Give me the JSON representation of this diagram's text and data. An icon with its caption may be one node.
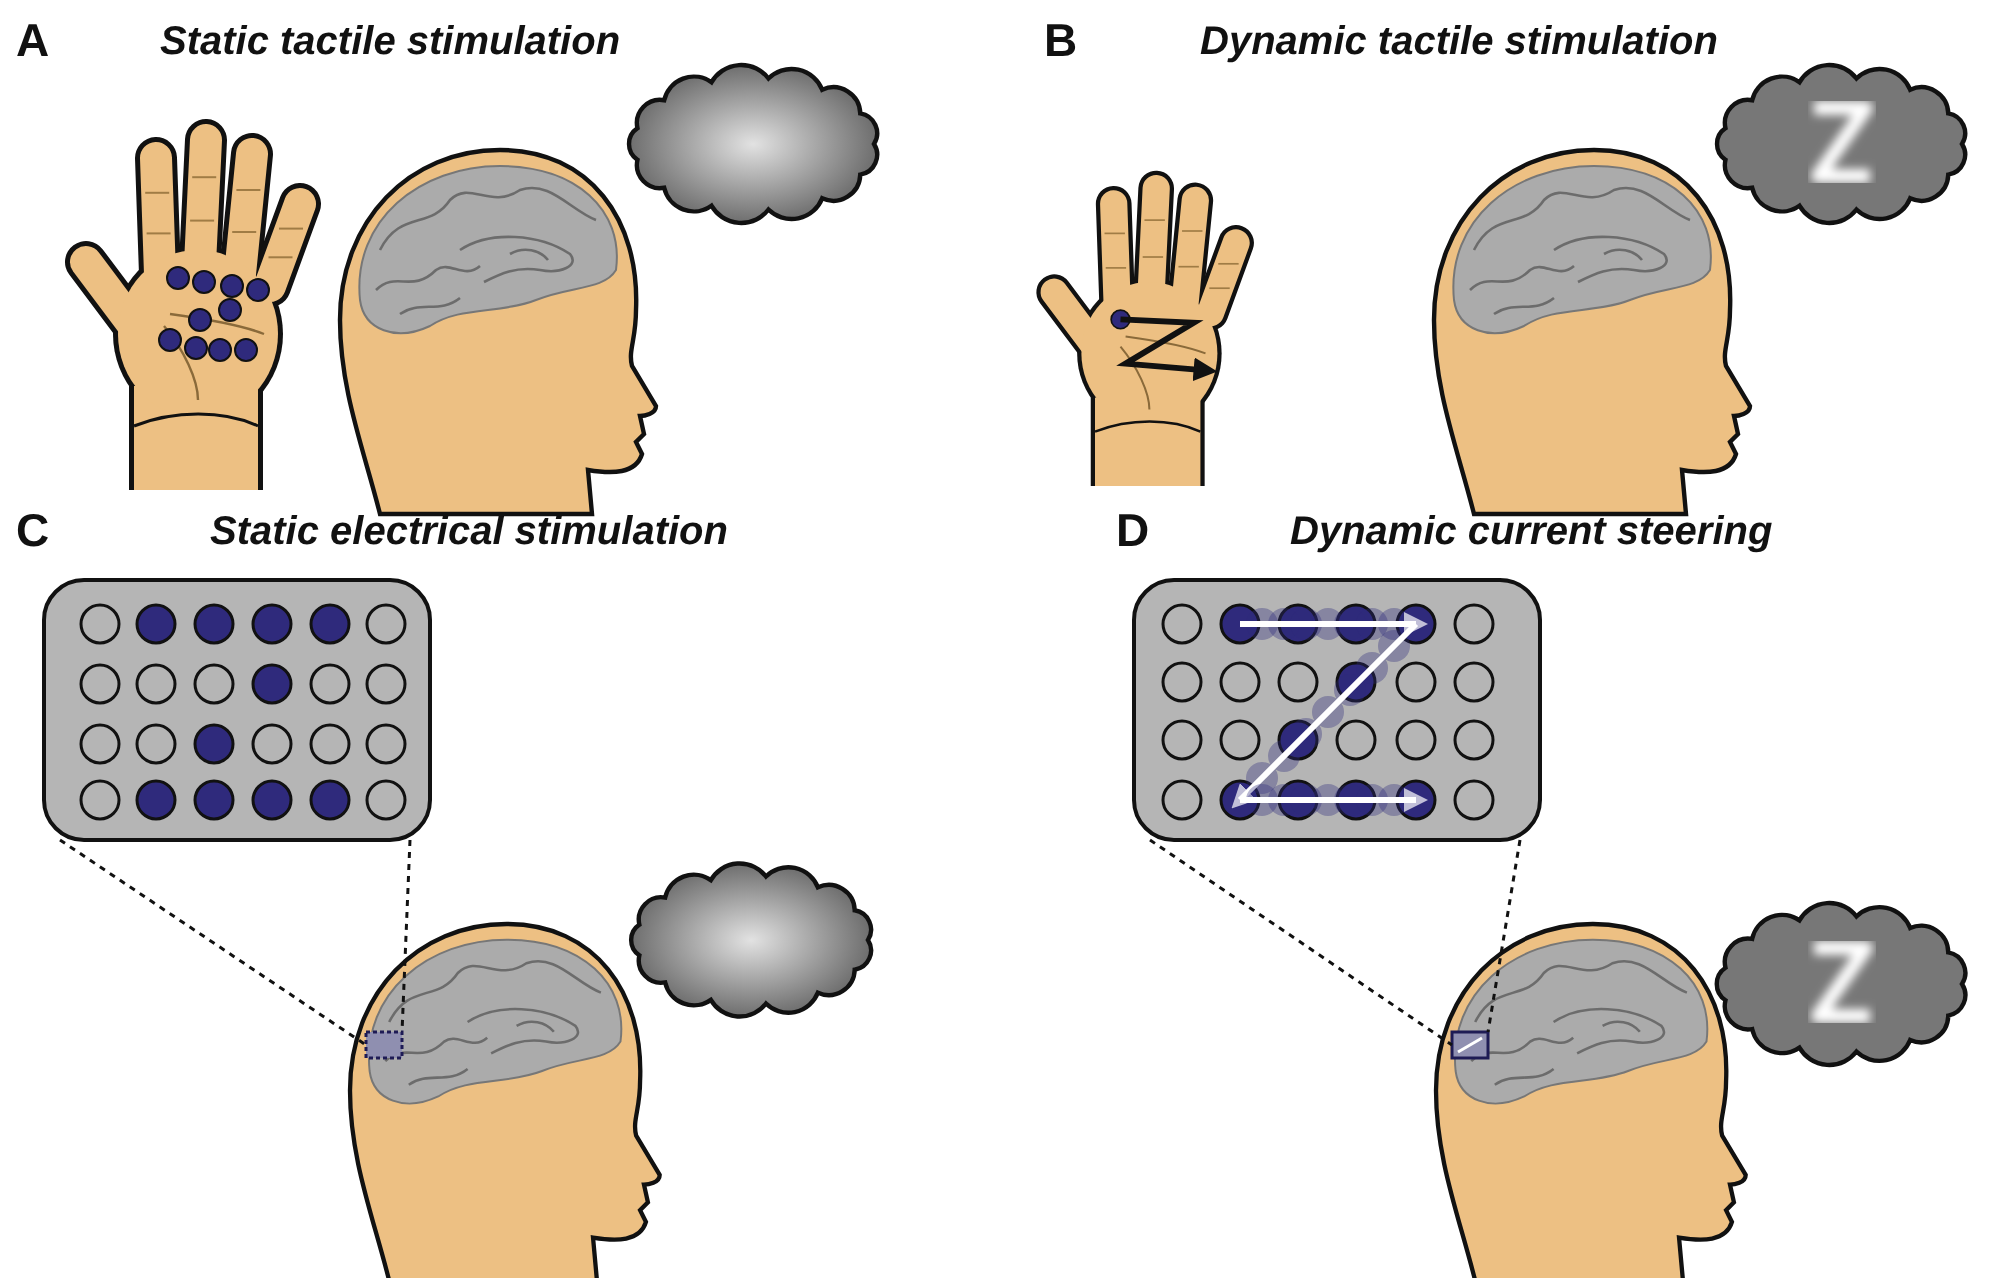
{
  "diagram": {
    "nodes": [
      {
        "text": [],
        "shape": "box"
      },
      {
        "text": [],
        "shape": "box"
      },
      {
        "text": [],
        "shape": "box"
      },
      {
        "text": [],
        "shape": "box"
      }
    ],
    "edges": [
      {
        "from": 0,
        "to": 1,
        "arrow": "none",
        "style": "dashed"
      },
      {
        "from": 0,
        "to": 1,
        "arrow": "none",
        "style": "dashed"
      },
      {
        "from": 2,
        "to": 3,
        "arrow": "none",
        "style": "dashed"
      },
      {
        "from": 2,
        "to": 3,
        "arrow": "none",
        "style": "dashed"
      }
    ],
    "labels": [
      "A",
      "Static tactile stimulation",
      "B",
      "Dynamic tactile stimulation",
      "C",
      "Static electrical stimulation",
      "D",
      "Dynamic current steering"
    ]
  }
}
